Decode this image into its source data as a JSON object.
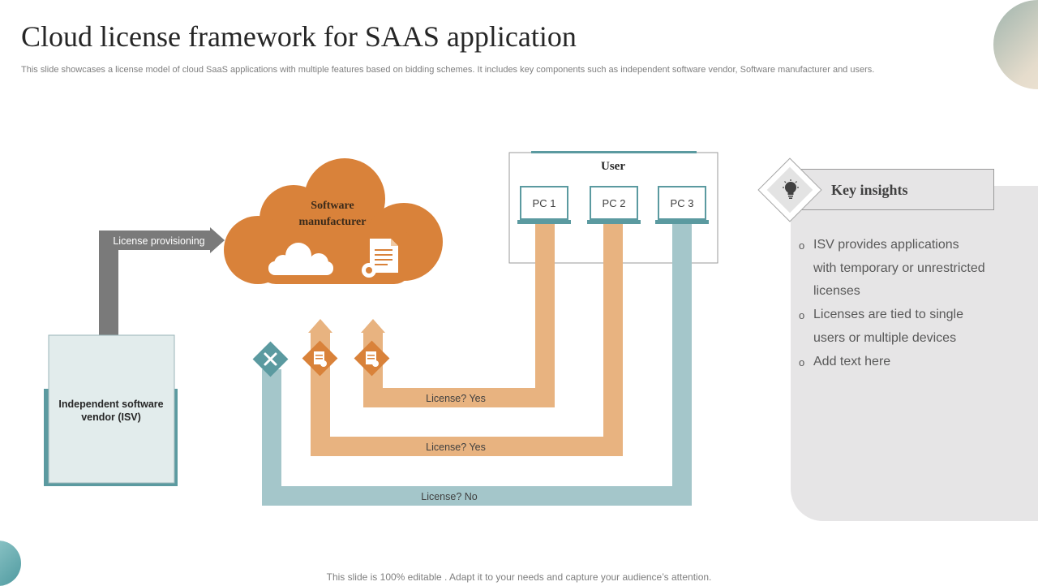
{
  "page": {
    "title": "Cloud license framework for SAAS application",
    "subtitle": "This slide showcases a license model of cloud SaaS applications with multiple features based on bidding schemes. It includes key components such as independent software vendor, Software manufacturer and users.",
    "footer": "This slide is 100% editable . Adapt it to your needs and capture your audience’s attention."
  },
  "diagram": {
    "isv_label_line1": "Independent software",
    "isv_label_line2": "vendor (ISV)",
    "provisioning_label": "License provisioning",
    "manufacturer_line1": "Software",
    "manufacturer_line2": "manufacturer",
    "user_label": "User",
    "pcs": [
      "PC 1",
      "PC 2",
      "PC 3"
    ],
    "flow_labels": [
      "License? Yes",
      "License? Yes",
      "License? No"
    ],
    "colors": {
      "orange": "#d9823a",
      "peach": "#e8b380",
      "teal": "#5b9aa0",
      "light_teal": "#a4c6ca",
      "gray_arrow": "#7a7a7a"
    }
  },
  "insights": {
    "title": "Key insights",
    "items": [
      "ISV provides applications with temporary or unrestricted licenses",
      "Licenses are tied to single users or multiple devices",
      "Add text here"
    ]
  }
}
